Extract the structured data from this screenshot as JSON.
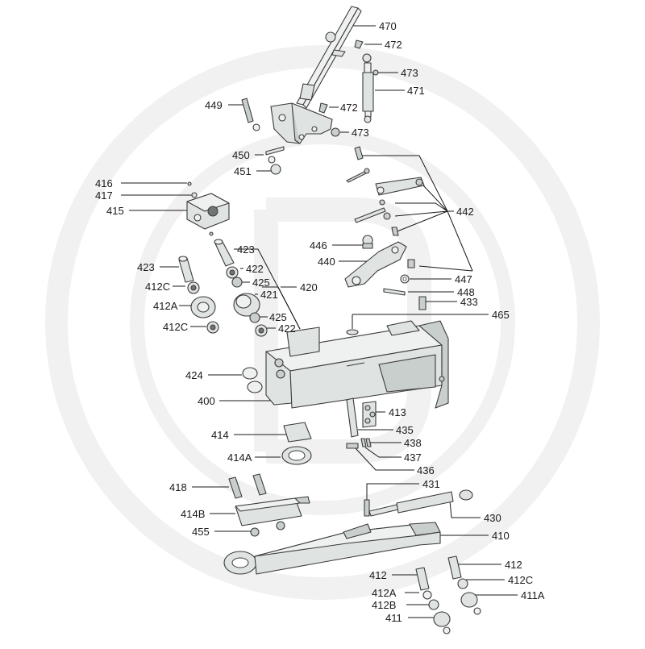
{
  "diagram": {
    "labels": {
      "l470": "470",
      "l472a": "472",
      "l473a": "473",
      "l471": "471",
      "l449": "449",
      "l472b": "472",
      "l473b": "473",
      "l450": "450",
      "l451": "451",
      "l416": "416",
      "l417": "417",
      "l415": "415",
      "l442": "442",
      "l446": "446",
      "l440": "440",
      "l447": "447",
      "l448": "448",
      "l423a": "423",
      "l423b": "423",
      "l422a": "422",
      "l425a": "425",
      "l420": "420",
      "l421": "421",
      "l425b": "425",
      "l422b": "422",
      "l412Ca": "412C",
      "l412Aa": "412A",
      "l412Cb": "412C",
      "l433": "433",
      "l465": "465",
      "l424": "424",
      "l400": "400",
      "l413": "413",
      "l435": "435",
      "l414": "414",
      "l438": "438",
      "l414A": "414A",
      "l437": "437",
      "l436": "436",
      "l418": "418",
      "l431": "431",
      "l414B": "414B",
      "l430": "430",
      "l455": "455",
      "l410": "410",
      "l412a": "412",
      "l412b": "412",
      "l412Cc": "412C",
      "l412Ab": "412A",
      "l411A": "411A",
      "l412B": "412B",
      "l411": "411"
    }
  }
}
